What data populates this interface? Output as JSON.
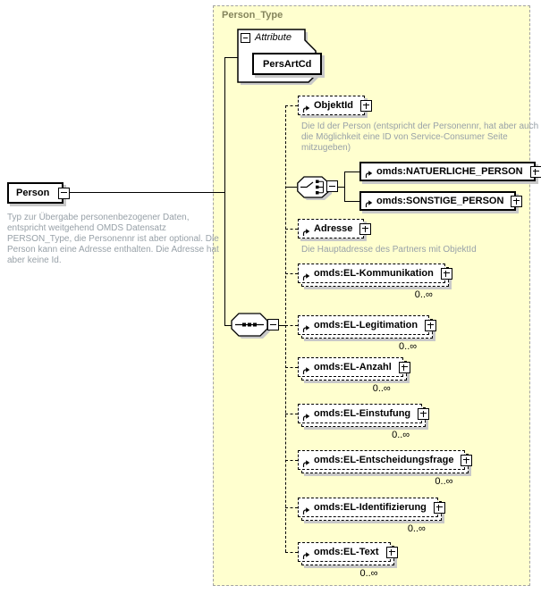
{
  "container": {
    "label": "Person_Type"
  },
  "person": {
    "label": "Person",
    "description": "Typ zur Übergabe personenbezogener Daten, entspricht weitgehend OMDS Datensatz PERSON_Type, die Personennr ist aber optional. Die Person kann eine Adresse enthalten. Die Adresse hat aber keine Id."
  },
  "attribute_group": {
    "label": "Attribute",
    "attributes": [
      {
        "label": "PersArtCd"
      }
    ]
  },
  "elements": [
    {
      "label": "ObjektId",
      "annotation": "Die Id der Person (entspricht der Personennr, hat aber auch die Möglichkeit eine ID von Service-Consumer Seite mitzugeben)"
    },
    {
      "label": "omds:NATUERLICHE_PERSON"
    },
    {
      "label": "omds:SONSTIGE_PERSON"
    },
    {
      "label": "Adresse",
      "annotation": "Die Hauptadresse des Partners mit ObjektId"
    },
    {
      "label": "omds:EL-Kommunikation",
      "occurrence": "0..∞"
    },
    {
      "label": "omds:EL-Legitimation",
      "occurrence": "0..∞"
    },
    {
      "label": "omds:EL-Anzahl",
      "occurrence": "0..∞"
    },
    {
      "label": "omds:EL-Einstufung",
      "occurrence": "0..∞"
    },
    {
      "label": "omds:EL-Entscheidungsfrage",
      "occurrence": "0..∞"
    },
    {
      "label": "omds:EL-Identifizierung",
      "occurrence": "0..∞"
    },
    {
      "label": "omds:EL-Text",
      "occurrence": "0..∞"
    }
  ],
  "colors": {
    "container_background": "#ffffcf",
    "container_label": "#84845c",
    "annotation_text": "#98a1a8",
    "box_shadow": "#c8c8c8"
  }
}
